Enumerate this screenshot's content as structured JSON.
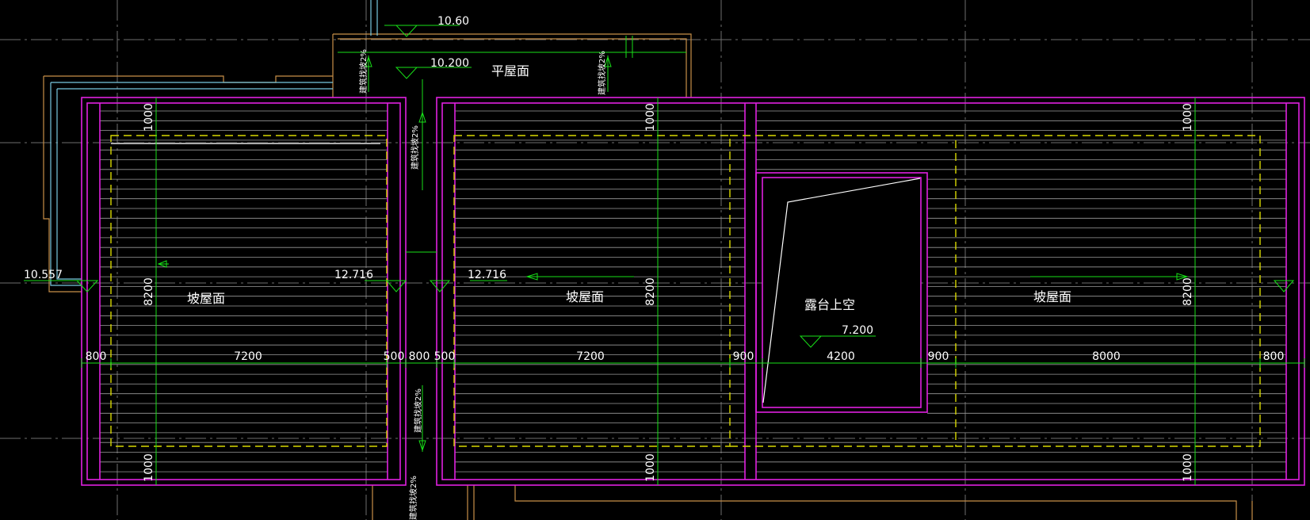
{
  "colors": {
    "background": "#000000",
    "grid": "#6e6e6e",
    "outline": "#e020e0",
    "dimension": "#18e018",
    "tiles": "#9a9a9a",
    "eave_dash": "#d8d800",
    "text": "#ffffff",
    "wall_orange": "#c89048",
    "wall_cyan": "#78c8e0"
  },
  "elevations": {
    "top": "10.60",
    "flat_roof": "10.200",
    "left_eave": "10.557",
    "ridge_left": "12.716",
    "ridge_mid": "12.716",
    "terrace": "7.200"
  },
  "labels": {
    "flat_roof": "平屋面",
    "slope_roof_left": "坡屋面",
    "slope_roof_mid": "坡屋面",
    "slope_roof_right": "坡屋面",
    "terrace_void": "露台上空",
    "drain_slope": "建筑找坡2%"
  },
  "dimensions": {
    "bottom_row": [
      "800",
      "7200",
      "500",
      "800",
      "500",
      "7200",
      "900",
      "4200",
      "900",
      "8000",
      "800"
    ],
    "vertical_top": "1000",
    "vertical_span": "8200",
    "vertical_bottom": "1000"
  }
}
